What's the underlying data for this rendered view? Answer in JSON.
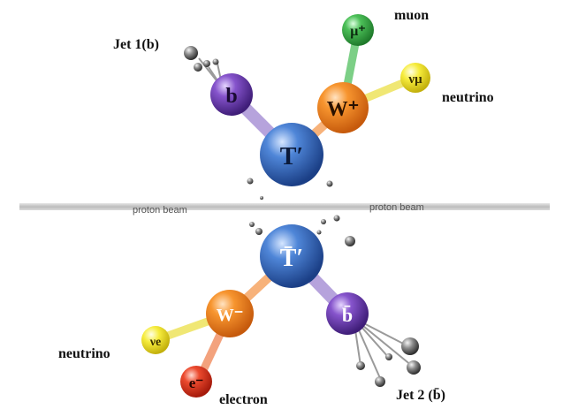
{
  "beam": {
    "label_left": "proton beam",
    "label_right": "proton beam"
  },
  "particles": {
    "T_prime": {
      "symbol": "T′",
      "color": "#2f5fb3"
    },
    "T_prime_bar": {
      "symbol": "T̄′",
      "color": "#2f5fb3"
    },
    "W_plus": {
      "symbol": "W⁺",
      "color": "#f07a22"
    },
    "W_minus": {
      "symbol": "W⁻",
      "color": "#f07a22"
    },
    "b": {
      "symbol": "b",
      "color": "#6a3aa8"
    },
    "b_bar": {
      "symbol": "b̄",
      "color": "#6a3aa8"
    },
    "muon": {
      "symbol": "μ⁺",
      "color": "#39a845"
    },
    "nu_mu": {
      "symbol": "νμ",
      "color": "#f2e21a"
    },
    "nu_e": {
      "symbol": "νe",
      "color": "#f2e21a"
    },
    "electron": {
      "symbol": "e⁻",
      "color": "#e0341f"
    }
  },
  "labels": {
    "jet1": "Jet 1(b)",
    "muon": "muon",
    "neutrino_top": "neutrino",
    "neutrino_bottom": "neutrino",
    "electron": "electron",
    "jet2": "Jet 2 (b̄)"
  }
}
